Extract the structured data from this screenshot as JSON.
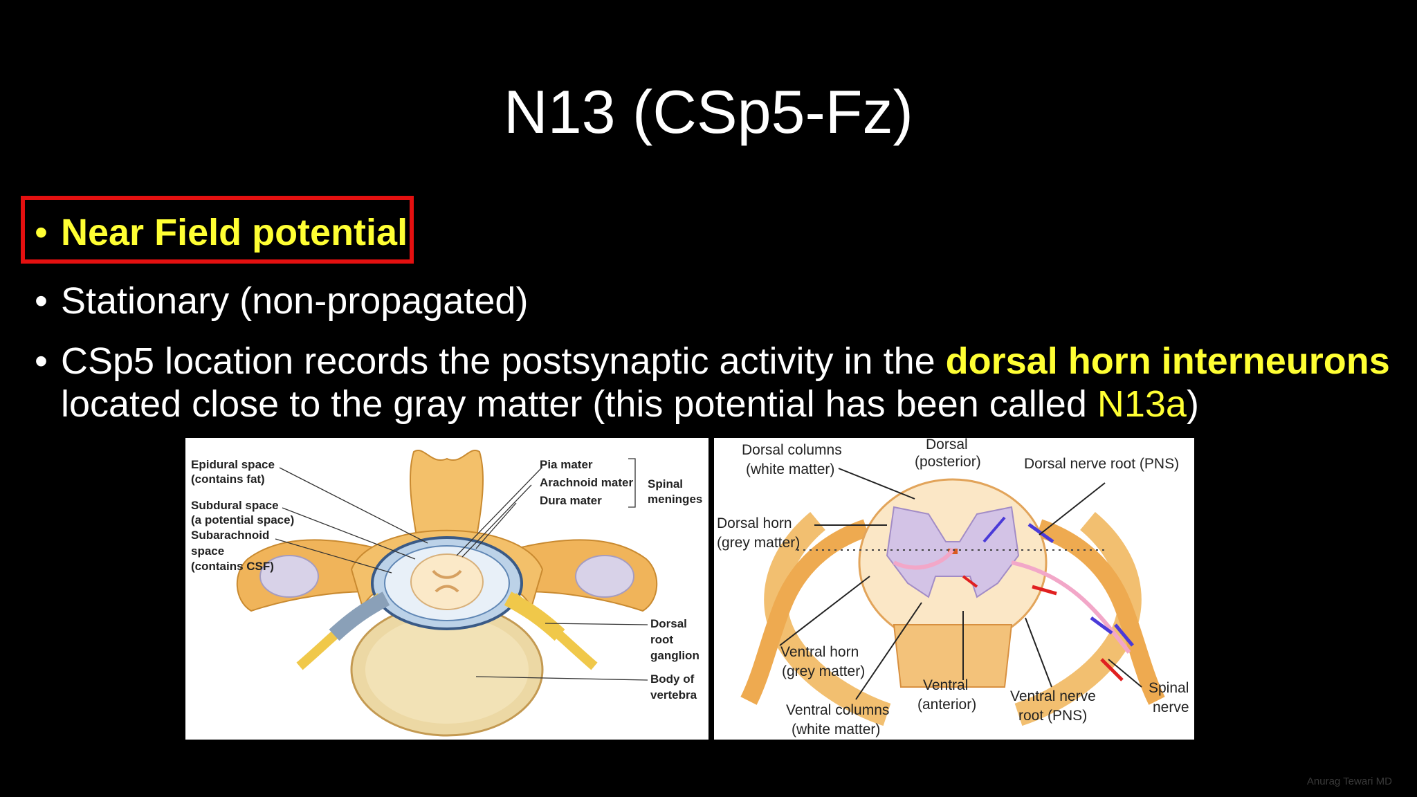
{
  "slide": {
    "title": "N13 (CSp5-Fz)",
    "bullets": [
      {
        "text": "Near Field potential"
      },
      {
        "text": "Stationary (non-propagated)"
      },
      {
        "line1_prefix": "CSp5 location records the postsynaptic activity in the ",
        "line1_highlight": "dorsal horn interneurons",
        "line2_prefix": "located close to the gray matter (this potential has been called ",
        "line2_highlight": "N13a",
        "line2_suffix": ")"
      }
    ],
    "bullet_glyph": "•",
    "watermark": "Anurag Tewari MD",
    "colors": {
      "highlight_text": "#ffff33",
      "highlight_box": "#e41010",
      "background": "#000000"
    }
  },
  "figure_left": {
    "labels": {
      "epidural_1": "Epidural space",
      "epidural_2": "(contains fat)",
      "subdural_1": "Subdural space",
      "subdural_2": "(a potential space)",
      "subarachnoid_1": "Subarachnoid",
      "subarachnoid_2": "space",
      "subarachnoid_3": "(contains CSF)",
      "pia": "Pia mater",
      "arachnoid": "Arachnoid mater",
      "dura": "Dura mater",
      "spinal_1": "Spinal",
      "spinal_2": "meninges",
      "drg_1": "Dorsal",
      "drg_2": "root",
      "drg_3": "ganglion",
      "body_1": "Body of",
      "body_2": "vertebra"
    }
  },
  "figure_right": {
    "labels": {
      "dorsal_columns_1": "Dorsal columns",
      "dorsal_columns_2": "(white matter)",
      "dorsal_1": "Dorsal",
      "dorsal_2": "(posterior)",
      "dorsal_root": "Dorsal nerve root (PNS)",
      "dorsal_horn_1": "Dorsal horn",
      "dorsal_horn_2": "(grey matter)",
      "ventral_horn_1": "Ventral horn",
      "ventral_horn_2": "(grey matter)",
      "ventral_1": "Ventral",
      "ventral_2": "(anterior)",
      "ventral_columns_1": "Ventral columns",
      "ventral_columns_2": "(white matter)",
      "ventral_root_1": "Ventral nerve",
      "ventral_root_2": "root (PNS)",
      "spinal_nerve_1": "Spinal",
      "spinal_nerve_2": "nerve"
    }
  }
}
